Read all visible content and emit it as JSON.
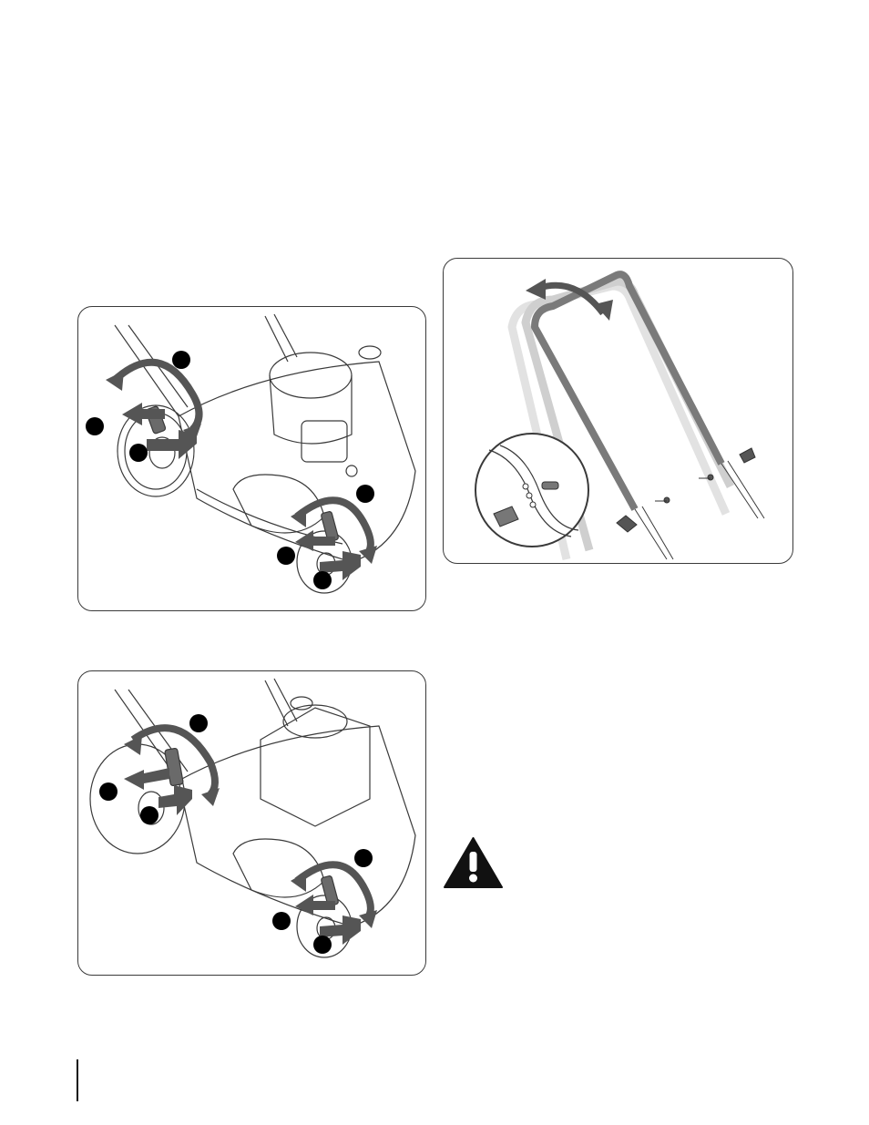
{
  "page": {
    "figures": [
      {
        "id": "wheel-height-adjust-high-rear",
        "kind": "illustration"
      },
      {
        "id": "handle-height-adjust",
        "kind": "illustration"
      },
      {
        "id": "wheel-height-adjust-large-rear",
        "kind": "illustration"
      }
    ],
    "warning_icon": "warning-triangle-icon",
    "colors": {
      "line": "#3a3a3a",
      "arrow": "#555555",
      "callout": "#000000",
      "handle": "#7a7a7a"
    }
  }
}
